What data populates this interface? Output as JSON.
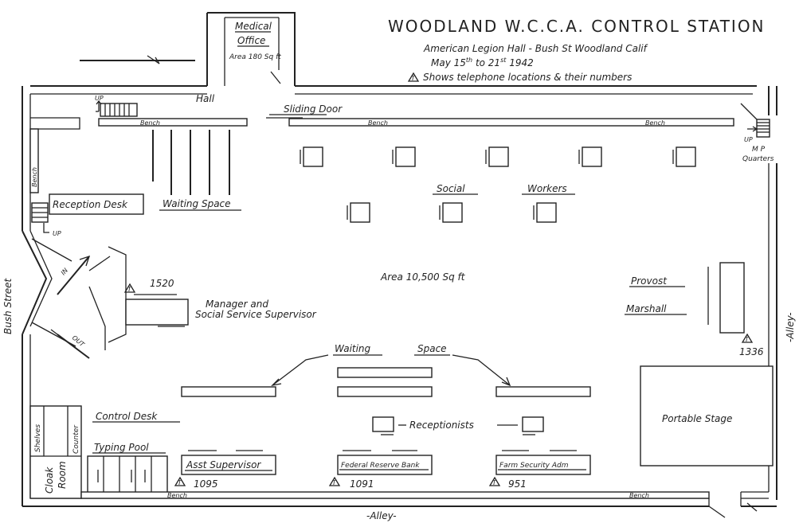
{
  "title": "WOODLAND W.C.C.A. CONTROL STATION",
  "subtitle": {
    "line1": "American Legion Hall - Bush St Woodland Calif",
    "line2_prefix": "May 15",
    "line2_sup1": "th",
    "line2_mid": " to 21",
    "line2_sup2": "st",
    "line2_suffix": " 1942",
    "line3": "Shows telephone locations & their numbers"
  },
  "rooms": {
    "medical_office_l1": "Medical",
    "medical_office_l2": "Office",
    "medical_office_area": "Area 180 Sq ft",
    "hall": "Hall",
    "sliding_door": "Sliding Door",
    "mp_l1": "M P",
    "mp_l2": "Quarters",
    "reception_desk": "Reception Desk",
    "waiting_space_top": "Waiting Space",
    "social": "Social",
    "workers": "Workers",
    "area": "Area 10,500 Sq ft",
    "manager_l1": "Manager and",
    "manager_l2": "Social Service Supervisor",
    "provost": "Provost",
    "marshall": "Marshall",
    "waiting_space_mid_1": "Waiting",
    "waiting_space_mid_2": "Space",
    "portable_stage": "Portable Stage",
    "control_desk": "Control Desk",
    "typing_pool": "Typing Pool",
    "receptionists": "Receptionists",
    "asst_supervisor": "Asst Supervisor",
    "federal_reserve": "Federal Reserve Bank",
    "farm_security": "Farm Security Adm",
    "shelves": "Shelves",
    "counter": "Counter",
    "cloak_l1": "Cloak",
    "cloak_l2": "Room"
  },
  "labels": {
    "bench": "Bench",
    "up": "UP",
    "in": "IN",
    "out": "OUT",
    "bush_street": "Bush Street",
    "alley_right": "-Alley-",
    "alley_bottom": "-Alley-"
  },
  "phones": {
    "manager": "1520",
    "provost": "1336",
    "asst_supervisor": "1095",
    "federal_reserve": "1091",
    "farm_security": "951"
  },
  "phone_marker": "T"
}
